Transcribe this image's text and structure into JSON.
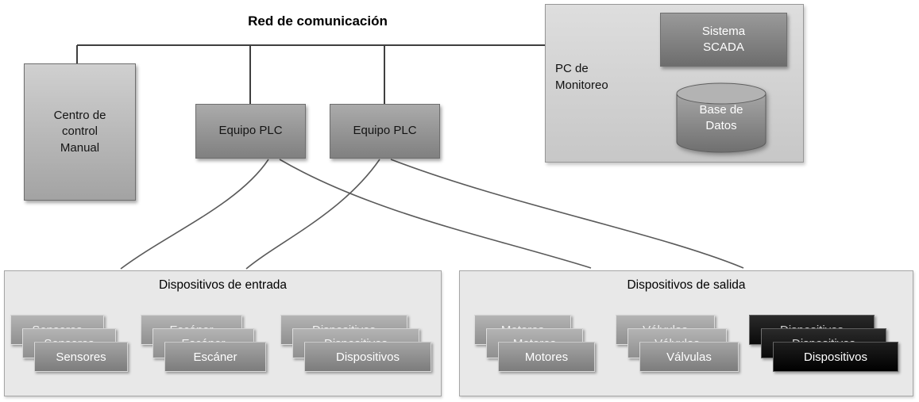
{
  "diagram": {
    "title": "Red de comunicación",
    "nodes": {
      "control_center": {
        "label": "Centro de control Manual"
      },
      "plc_left": {
        "label": "Equipo PLC"
      },
      "plc_right": {
        "label": "Equipo PLC"
      },
      "monitoring_pc": {
        "label": "PC de Monitoreo"
      },
      "scada": {
        "label": "Sistema SCADA"
      },
      "database": {
        "label": "Base de Datos"
      }
    },
    "input_panel": {
      "title": "Dispositivos de entrada",
      "stacks": [
        {
          "label": "Sensores"
        },
        {
          "label": "Escáner"
        },
        {
          "label": "Dispositivos"
        }
      ]
    },
    "output_panel": {
      "title": "Dispositivos de salida",
      "stacks": [
        {
          "label": "Motores"
        },
        {
          "label": "Válvulas"
        },
        {
          "label": "Dispositivos"
        }
      ]
    },
    "colors": {
      "panel_bg": "#e8e8e8",
      "node_gray": "#8f8f8f",
      "node_dark": "#6d6d6d",
      "node_light": "#c8c8c8",
      "black_stack": "#000000",
      "line": "#3f3f3f",
      "text_light": "#ffffff"
    }
  }
}
